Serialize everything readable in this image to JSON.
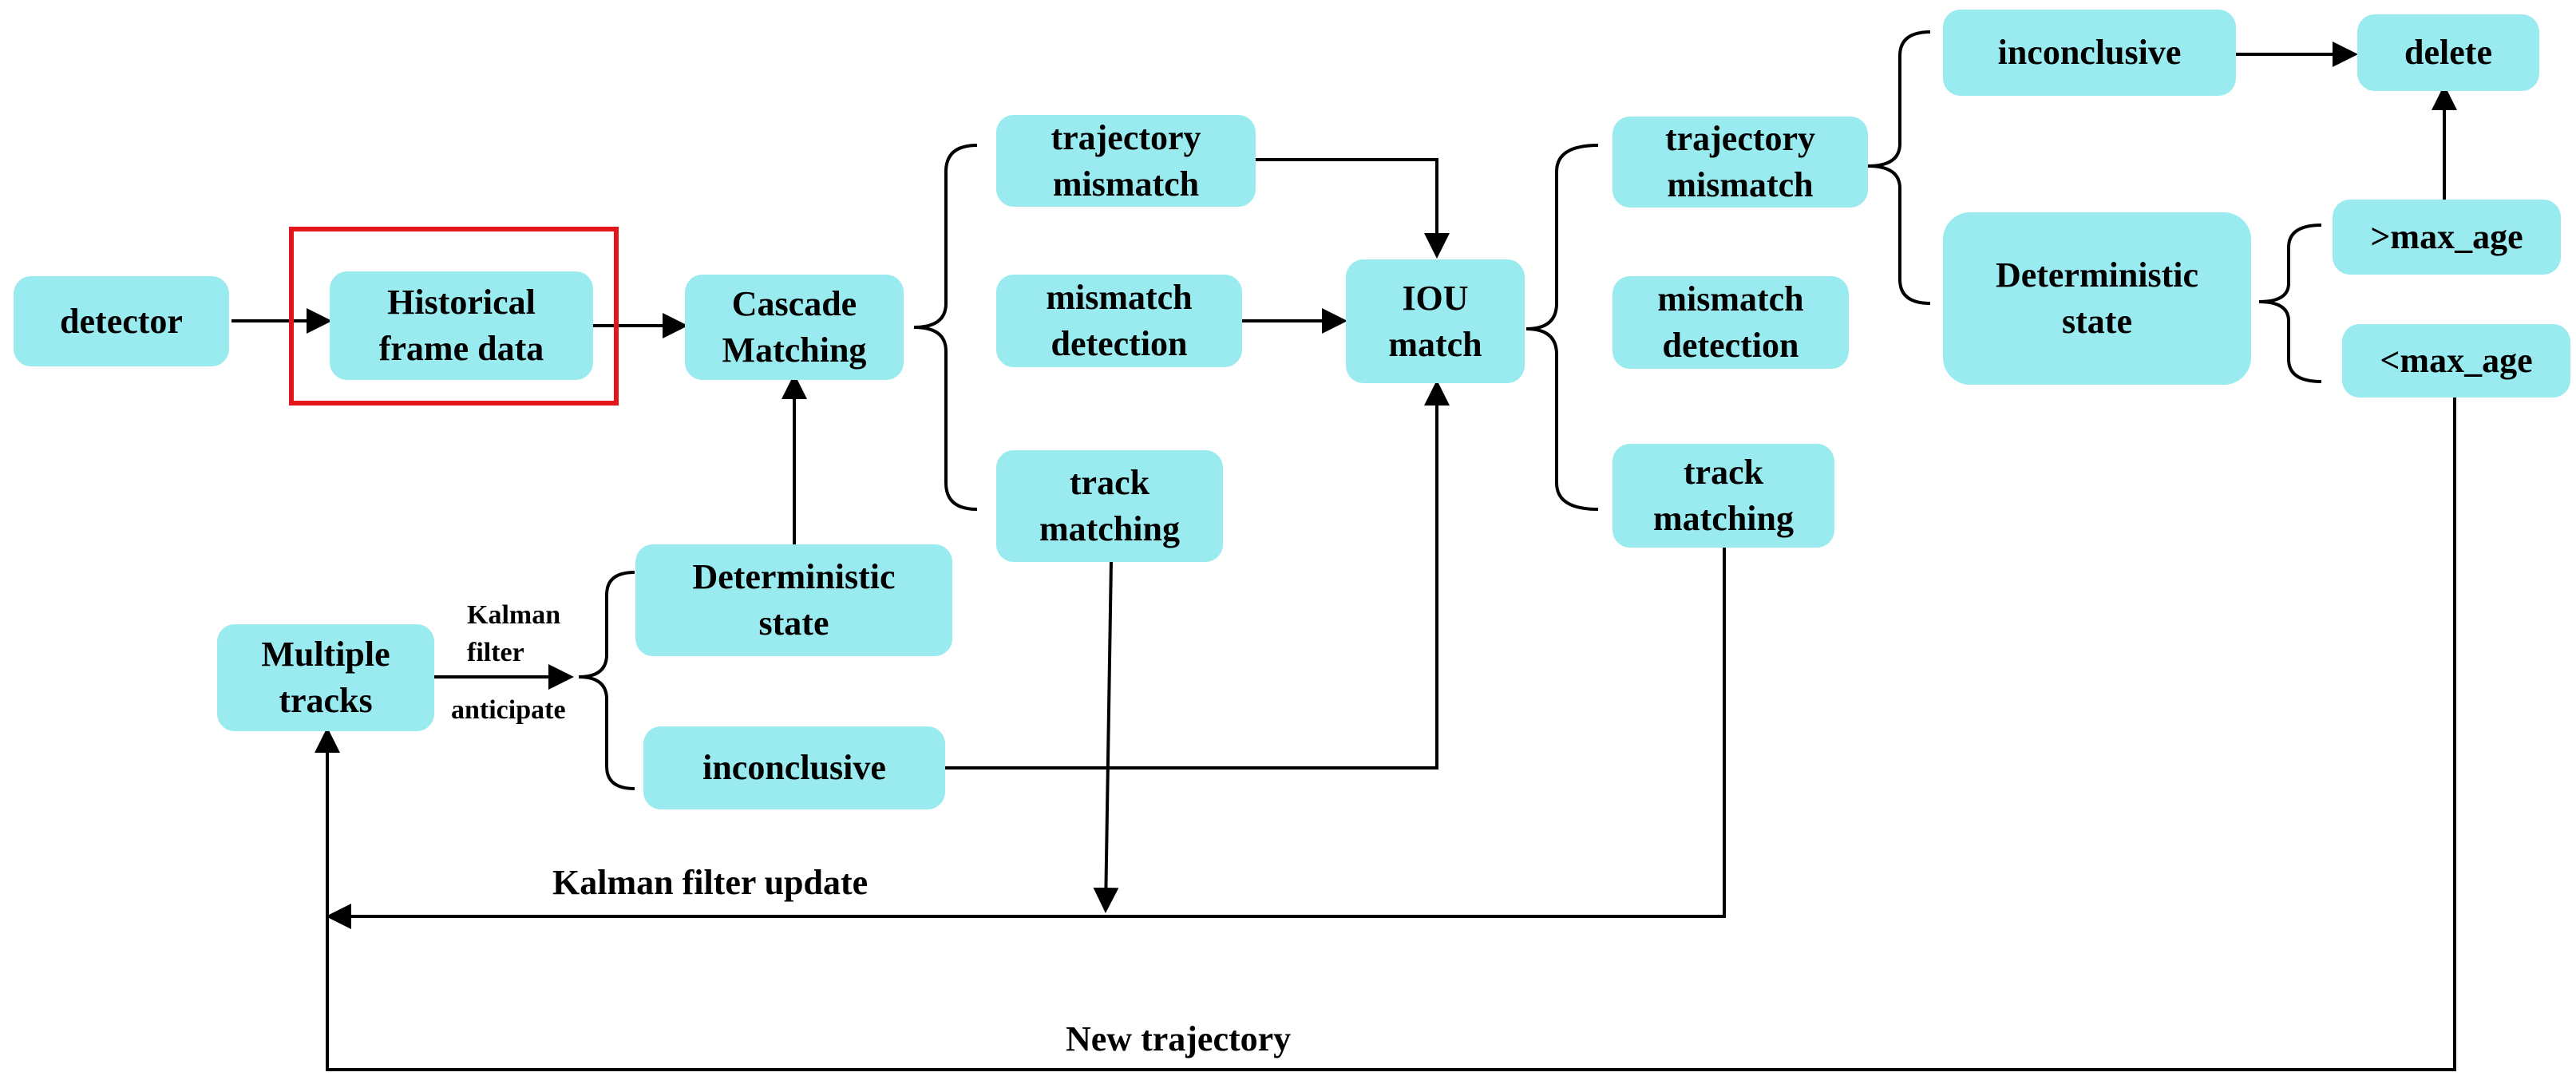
{
  "nodes": {
    "detector": "detector",
    "historical": "Historical\nframe data",
    "cascade": "Cascade\nMatching",
    "traj_mismatch_1": "trajectory\nmismatch",
    "mismatch_det_1": "mismatch\ndetection",
    "track_match_1": "track\nmatching",
    "iou": "IOU\nmatch",
    "traj_mismatch_2": "trajectory\nmismatch",
    "mismatch_det_2": "mismatch\ndetection",
    "track_match_2": "track\nmatching",
    "inconclusive_top": "inconclusive",
    "delete": "delete",
    "det_state_right": "Deterministic\nstate",
    "gt_max_age": ">max_age",
    "lt_max_age": "<max_age",
    "multiple_tracks": "Multiple\ntracks",
    "det_state_left": "Deterministic\nstate",
    "inconclusive_bottom": "inconclusive"
  },
  "labels": {
    "kalman_1": "Kalman",
    "kalman_2": "filter",
    "anticipate": "anticipate",
    "kalman_update": "Kalman filter update",
    "new_trajectory": "New trajectory"
  },
  "colors": {
    "node_fill": "#99ebf0",
    "highlight": "#e3171b",
    "line": "#000000"
  }
}
